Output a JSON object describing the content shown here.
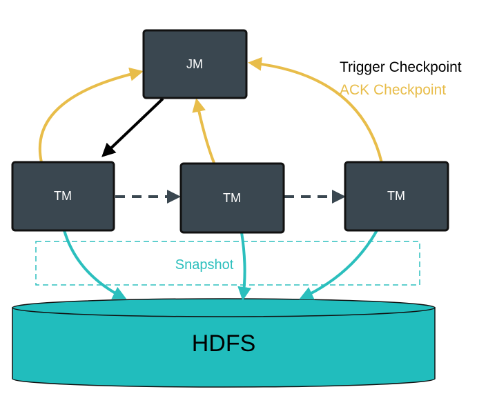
{
  "nodes": {
    "jm": {
      "label": "JM"
    },
    "tm_left": {
      "label": "TM"
    },
    "tm_middle": {
      "label": "TM"
    },
    "tm_right": {
      "label": "TM"
    }
  },
  "legend": {
    "trigger": "Trigger Checkpoint",
    "ack": "ACK Checkpoint"
  },
  "snapshot": {
    "label": "Snapshot"
  },
  "storage": {
    "label": "HDFS"
  },
  "colors": {
    "node_fill": "#3a4750",
    "trigger": "#000000",
    "ack": "#e8bd4a",
    "snapshot": "#2bbfbd",
    "hdfs_fill": "#21bdbd",
    "barrier": "#3a4750"
  }
}
